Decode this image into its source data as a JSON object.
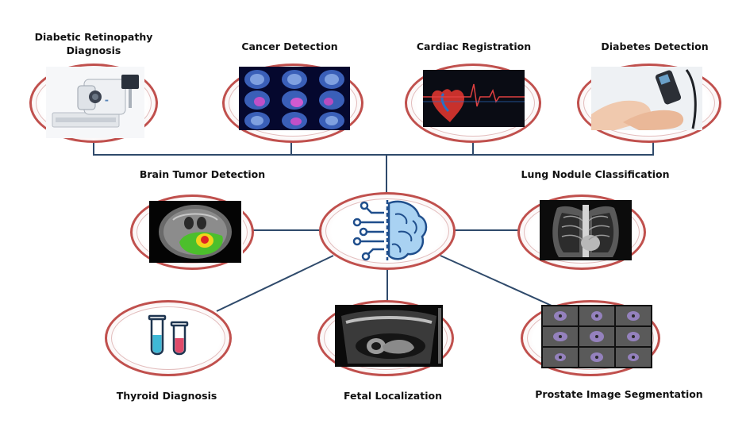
{
  "labels": {
    "diabetic_retinopathy_line1": "Diabetic Retinopathy",
    "diabetic_retinopathy_line2": "Diagnosis",
    "cancer_detection": "Cancer Detection",
    "cardiac_registration": "Cardiac Registration",
    "diabetes_detection": "Diabetes Detection",
    "brain_tumor_detection": "Brain Tumor Detection",
    "lung_nodule_classification": "Lung Nodule Classification",
    "thyroid_diagnosis": "Thyroid Diagnosis",
    "fetal_localization": "Fetal Localization",
    "prostate_image_segmentation": "Prostate Image Segmentation"
  },
  "colors": {
    "ring": "#c0504d",
    "connector": "#2f4a6b",
    "hub_icon": "#1f4e8c",
    "hub_brain_fill": "#a9d2f2"
  }
}
